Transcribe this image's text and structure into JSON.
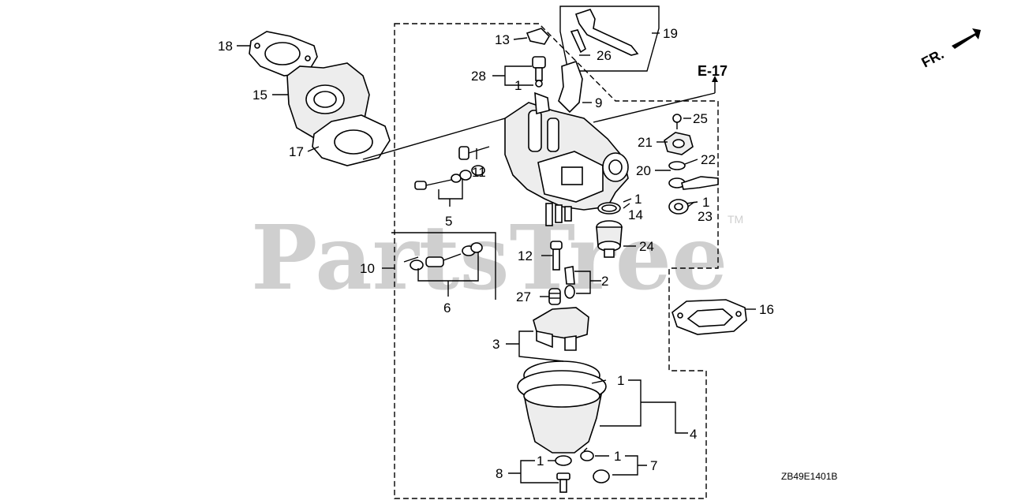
{
  "diagram": {
    "watermark": "PartsTree",
    "trademark": "TM",
    "front_indicator": "FR.",
    "reference": "E-17",
    "drawing_code": "ZB49E1401B",
    "callouts": {
      "c1a": "1",
      "c1b": "1",
      "c1c": "1",
      "c1d": "1",
      "c1e": "1",
      "c1f": "1",
      "c1g": "1",
      "c2": "2",
      "c3": "3",
      "c4": "4",
      "c5": "5",
      "c6": "6",
      "c7": "7",
      "c8": "8",
      "c9": "9",
      "c10": "10",
      "c11": "11",
      "c12": "12",
      "c13": "13",
      "c14": "14",
      "c15": "15",
      "c16": "16",
      "c17": "17",
      "c18": "18",
      "c19": "19",
      "c20": "20",
      "c21": "21",
      "c22": "22",
      "c23": "23",
      "c24": "24",
      "c25": "25",
      "c26": "26",
      "c27": "27",
      "c28": "28"
    }
  }
}
